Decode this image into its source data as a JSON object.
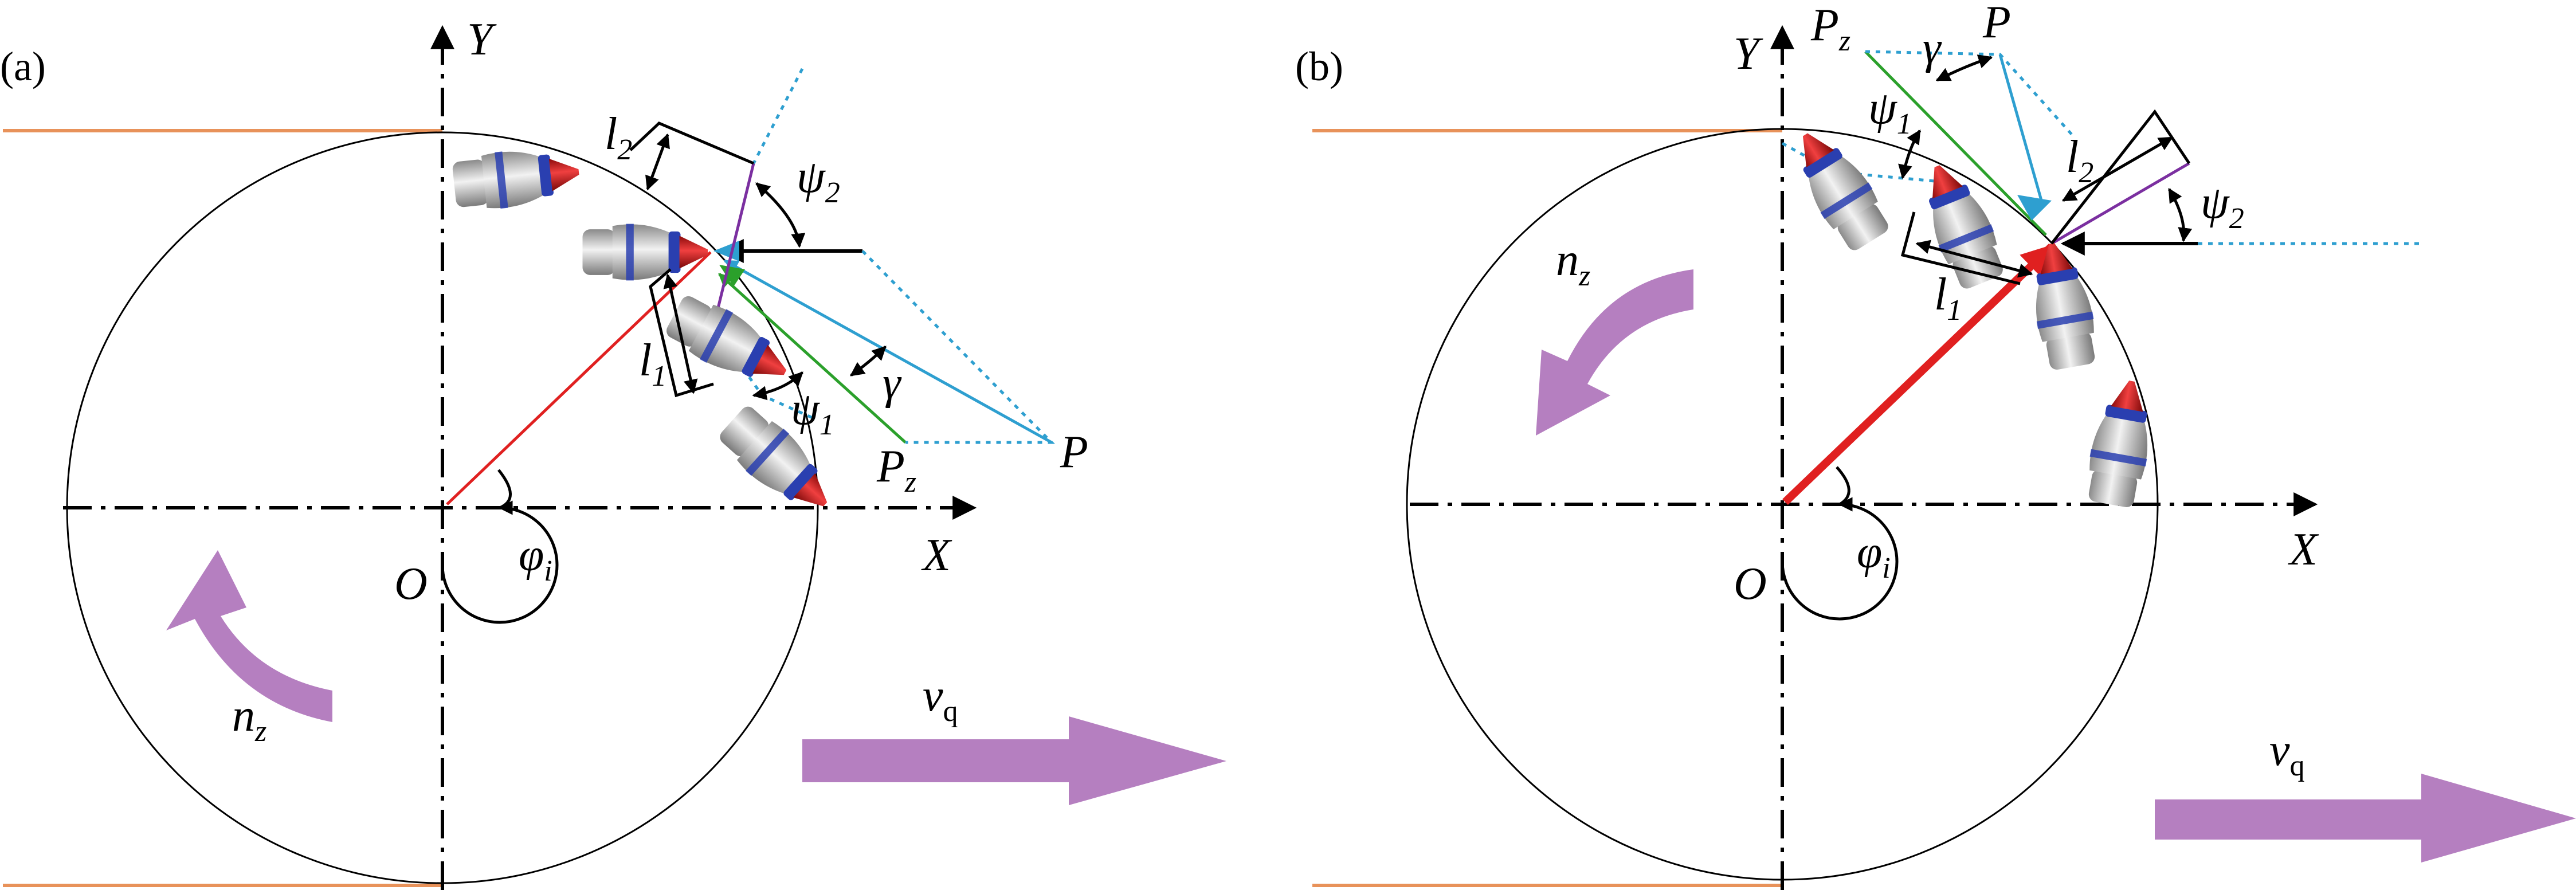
{
  "panels": [
    {
      "id": "a",
      "panel_label": "(a)",
      "labels": {
        "y_axis": "Y",
        "x_axis": "X",
        "origin": "O",
        "phi": "φ",
        "phi_sub": "i",
        "n": "n",
        "n_sub": "z",
        "v": "v",
        "v_sub": "q",
        "l1": "l",
        "l1_sub": "1",
        "l2": "l",
        "l2_sub": "2",
        "psi1": "ψ",
        "psi1_sub": "1",
        "psi2": "ψ",
        "psi2_sub": "2",
        "gamma": "γ",
        "p": "P",
        "pz": "P",
        "pz_sub": "z"
      }
    },
    {
      "id": "b",
      "panel_label": "(b)",
      "labels": {
        "y_axis": "Y",
        "x_axis": "X",
        "origin": "O",
        "phi": "φ",
        "phi_sub": "i",
        "n": "n",
        "n_sub": "z",
        "v": "v",
        "v_sub": "q",
        "l1": "l",
        "l1_sub": "1",
        "l2": "l",
        "l2_sub": "2",
        "psi1": "ψ",
        "psi1_sub": "1",
        "psi2": "ψ",
        "psi2_sub": "2",
        "gamma": "γ",
        "p": "P",
        "pz": "P",
        "pz_sub": "z"
      }
    }
  ],
  "colors": {
    "boundary": "#E8925A",
    "circle": "#000000",
    "radius": "#E02020",
    "green": "#2BA02B",
    "blue": "#2E9FD0",
    "purple": "#7B2FA0",
    "dotted": "#2E9FD0",
    "arrow_fill": "#B57FC0",
    "pick_body": "#C8C8C8",
    "pick_tip": "#D01010",
    "pick_band": "#2A3FB0"
  }
}
